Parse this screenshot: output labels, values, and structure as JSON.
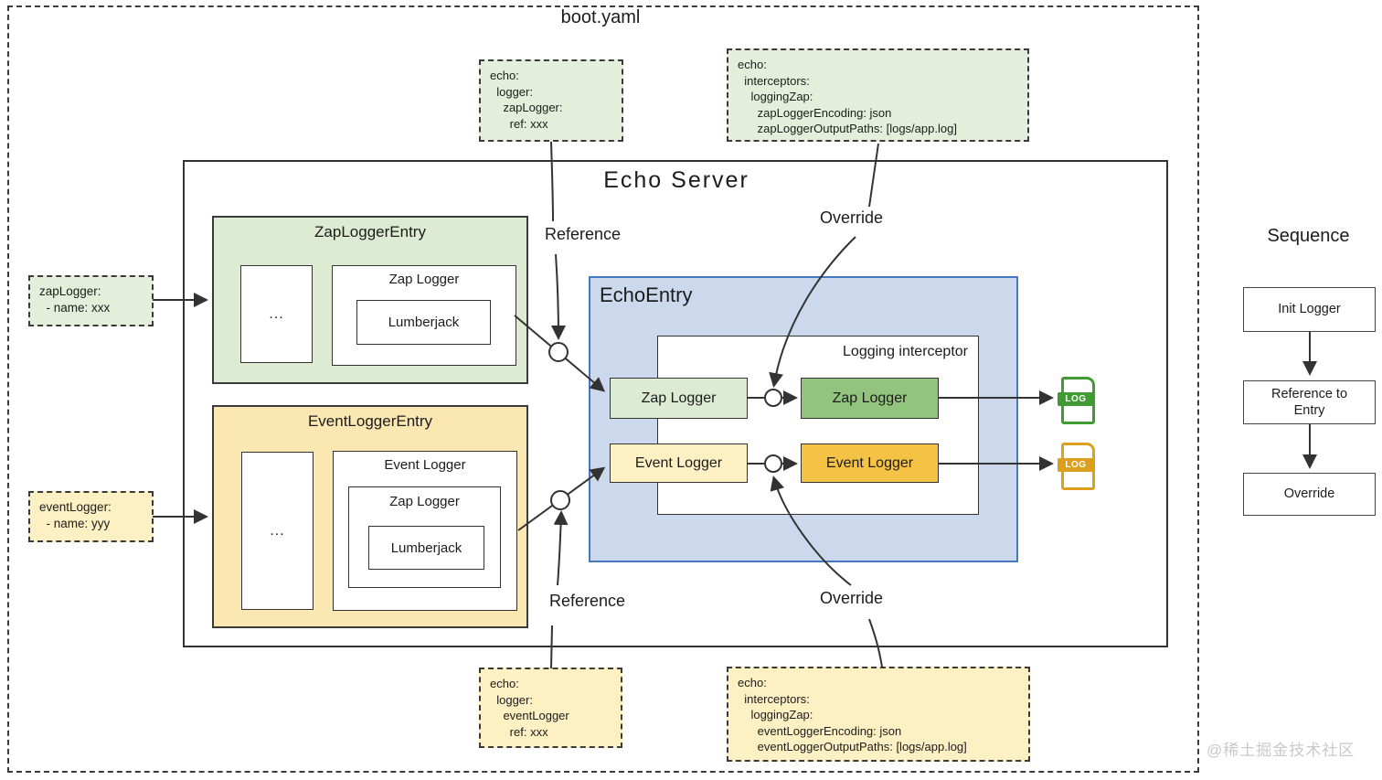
{
  "boot_yaml": {
    "title": "boot.yaml"
  },
  "echo_server": {
    "title": "Echo Server",
    "zap_entry": {
      "title": "ZapLoggerEntry",
      "ellipsis": "...",
      "zap_logger": "Zap Logger",
      "lumberjack": "Lumberjack"
    },
    "event_entry": {
      "title": "EventLoggerEntry",
      "ellipsis": "...",
      "event_logger": "Event Logger",
      "zap_logger": "Zap Logger",
      "lumberjack": "Lumberjack"
    },
    "echo_entry": {
      "title": "EchoEntry",
      "interceptor_title": "Logging interceptor",
      "zap_logger_ref": "Zap Logger",
      "event_logger_ref": "Event Logger",
      "zap_logger_override": "Zap Logger",
      "event_logger_override": "Event Logger"
    },
    "log_icon_label": "LOG"
  },
  "yaml_snippets": {
    "zap_ref": "echo:\n  logger:\n    zapLogger:\n      ref: xxx",
    "zap_interceptor": "echo:\n  interceptors:\n    loggingZap:\n      zapLoggerEncoding: json\n      zapLoggerOutputPaths: [logs/app.log]",
    "event_ref": "echo:\n  logger:\n    eventLogger\n      ref: xxx",
    "event_interceptor": "echo:\n  interceptors:\n    loggingZap:\n      eventLoggerEncoding: json\n      eventLoggerOutputPaths: [logs/app.log]",
    "zap_name": "zapLogger:\n  - name: xxx",
    "event_name": "eventLogger:\n  - name: yyy"
  },
  "annotations": {
    "reference_top": "Reference",
    "override_top": "Override",
    "reference_bottom": "Reference",
    "override_bottom": "Override"
  },
  "sequence": {
    "title": "Sequence",
    "steps": [
      "Init Logger",
      "Reference to Entry",
      "Override"
    ]
  },
  "watermark": "@稀土掘金技术社区",
  "colors": {
    "green_light": "#dcebd1",
    "green_pale": "#e3efda",
    "green_dark": "#93c47d",
    "yellow_light": "#fbe7b2",
    "yellow_pale": "#fdf0c2",
    "amber": "#f4c244",
    "blue_fill": "#ccd9ed",
    "blue_border": "#4577c2",
    "log_green": "#3f9b32",
    "log_orange": "#dda01e",
    "line": "#333333",
    "watermark_gray": "#c9c9c9"
  }
}
